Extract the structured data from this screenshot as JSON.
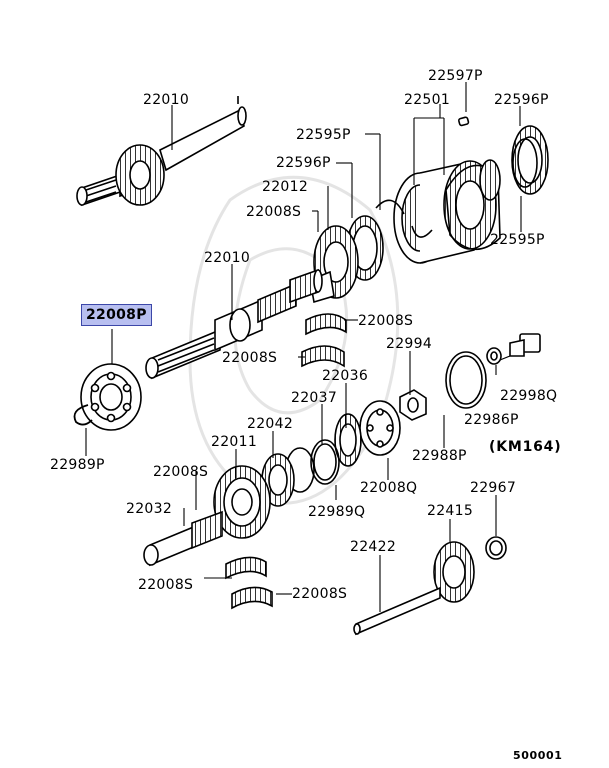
{
  "parts": {
    "p22010_top": "22010",
    "p22597P": "22597P",
    "p22501": "22501",
    "p22596P_right": "22596P",
    "p22595P_left": "22595P",
    "p22596P_left": "22596P",
    "p22012": "22012",
    "p22008S_upper": "22008S",
    "p22595P_right": "22595P",
    "p22010_mid": "22010",
    "p22008P_highlight": "22008P",
    "p22008S_bushing_a": "22008S",
    "p22008S_bushing_b": "22008S",
    "p22994": "22994",
    "p22036": "22036",
    "p22037": "22037",
    "p22998Q": "22998Q",
    "p22986P": "22986P",
    "p22042": "22042",
    "p22988P": "22988P",
    "p22011": "22011",
    "p22989P": "22989P",
    "p22008Q": "22008Q",
    "p22008S_lower": "22008S",
    "p22967": "22967",
    "p22032": "22032",
    "p22989Q": "22989Q",
    "p22415": "22415",
    "p22422": "22422",
    "p22008S_bottom_a": "22008S",
    "p22008S_bottom_b": "22008S"
  },
  "note": "(KM164)",
  "diagram_code": "500001",
  "colors": {
    "highlight_fill": "#b8bff0",
    "highlight_border": "#3c47a8",
    "ink": "#000000"
  }
}
